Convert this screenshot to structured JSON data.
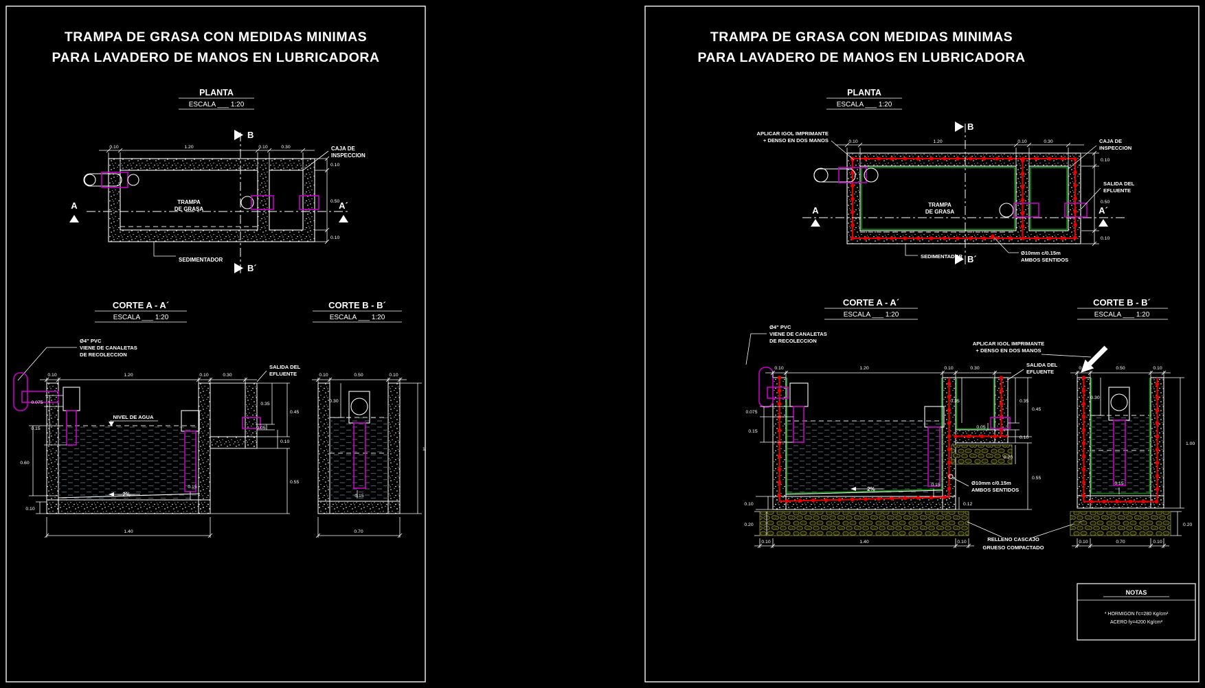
{
  "title": {
    "line1": "TRAMPA DE GRASA CON MEDIDAS MINIMAS",
    "line2": "PARA LAVADERO DE MANOS EN LUBRICADORA"
  },
  "headings": {
    "planta": "PLANTA",
    "escala": "ESCALA ___ 1:20",
    "corte_a": "CORTE A - A´",
    "corte_b": "CORTE B - B´"
  },
  "markers": {
    "a": "A",
    "a_prime": "A´",
    "b": "B",
    "b_prime": "B´"
  },
  "labels": {
    "trampa1": "TRAMPA",
    "trampa2": "DE GRASA",
    "caja1": "CAJA DE",
    "caja2": "INSPECCION",
    "sedimentador": "SEDIMENTADOR",
    "pvc1": "Ø4\" PVC",
    "pvc2": "VIENE DE CANALETAS",
    "pvc3": "DE RECOLECCION",
    "salida1": "SALIDA DEL",
    "salida2": "EFLUENTE",
    "nivel": "NIVEL DE AGUA",
    "igol1": "APLICAR IGOL IMPRIMANTE",
    "igol2": "+ DENSO EN DOS MANOS",
    "rebar1": "Ø10mm c/0.15m",
    "rebar2": "AMBOS SENTIDOS",
    "relleno1": "RELLENO CASCAJO",
    "relleno2": "GRUESO COMPACTADO"
  },
  "dims": {
    "d0075": "0.075",
    "d005": "0.05",
    "d010": "0.10",
    "d012": "0.12",
    "d015": "0.15",
    "d020": "0.20",
    "d030": "0.30",
    "d035": "0.35",
    "d045": "0.45",
    "d050": "0.50",
    "d055": "0.55",
    "d060": "0.60",
    "d070": "0.70",
    "d100": "1.00",
    "d120": "1.20",
    "d140": "1.40",
    "slope": "2%"
  },
  "notes": {
    "header": "NOTAS",
    "line1": "* HORMIGON f'c=280 Kg/cm²",
    "line2": "ACERO fy=4200 Kg/cm²"
  },
  "colors": {
    "line": "#ffffff",
    "pipe": "#c800c8",
    "rebar": "#e80000",
    "membrane": "#0a8a0a",
    "water": "#46545e",
    "gravel": "#77771f",
    "background": "#000000"
  }
}
